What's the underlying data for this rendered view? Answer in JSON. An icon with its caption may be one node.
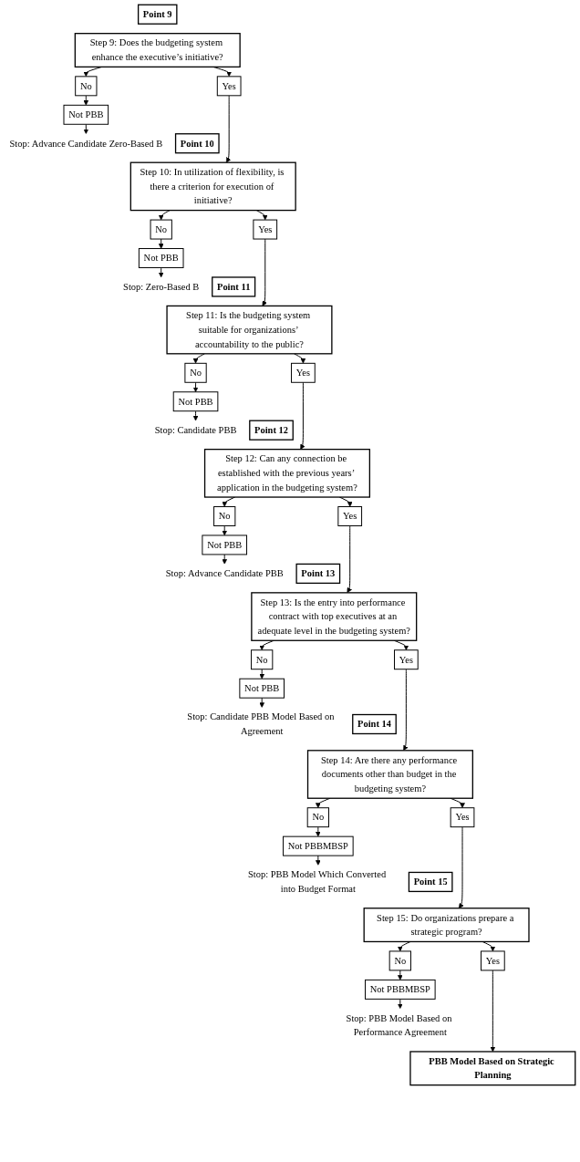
{
  "diagram": {
    "nodes": [
      {
        "text": [
          "Point 9"
        ]
      },
      {
        "text": [
          "Step 9: Does the budgeting system enhance the executive’s initiative?"
        ]
      },
      {
        "text": [
          "Yes"
        ]
      },
      {
        "text": [
          "No"
        ]
      },
      {
        "text": [
          "Not PBB"
        ]
      },
      {
        "text": [
          "Stop: Advance Candidate Zero-Based B"
        ]
      },
      {
        "text": [
          "Point 10"
        ]
      },
      {
        "text": [
          "Step 10: In utilization of flexibility, is there a criterion for execution of initiative?"
        ]
      },
      {
        "text": [
          "Yes"
        ]
      },
      {
        "text": [
          "No"
        ]
      },
      {
        "text": [
          "Not PBB"
        ]
      },
      {
        "text": [
          "Stop: Zero-Based B"
        ]
      },
      {
        "text": [
          "Point 11"
        ]
      },
      {
        "text": [
          "Step 11: Is the budgeting system suitable for organizations’ accountability to the public?"
        ]
      },
      {
        "text": [
          "Yes"
        ]
      },
      {
        "text": [
          "No"
        ]
      },
      {
        "text": [
          "Not PBB"
        ]
      },
      {
        "text": [
          "Stop: Candidate PBB"
        ]
      },
      {
        "text": [
          "Point 12"
        ]
      },
      {
        "text": [
          "Step 12: Can any connection be established with the previous years’ application in the budgeting system?"
        ]
      },
      {
        "text": [
          "Yes"
        ]
      },
      {
        "text": [
          "No"
        ]
      },
      {
        "text": [
          "Not PBB"
        ]
      },
      {
        "text": [
          "Stop: Advance Candidate PBB"
        ]
      },
      {
        "text": [
          "Point 13"
        ]
      },
      {
        "text": [
          "Step 13: Is the entry into performance contract with top executives at an adequate level in the budgeting system?"
        ]
      },
      {
        "text": [
          "Yes"
        ]
      },
      {
        "text": [
          "No"
        ]
      },
      {
        "text": [
          "Not PBB"
        ]
      },
      {
        "text": [
          "Stop: Candidate PBB Model Based on Agreement"
        ]
      },
      {
        "text": [
          "Point 14"
        ]
      },
      {
        "text": [
          "Step 14: Are there any performance documents other than budget in the budgeting system?"
        ]
      },
      {
        "text": [
          "Yes"
        ]
      },
      {
        "text": [
          "No"
        ]
      },
      {
        "text": [
          "Not PBBMBSP"
        ]
      },
      {
        "text": [
          "Stop: PBB Model Which Converted into Budget Format"
        ]
      },
      {
        "text": [
          "Point 15"
        ]
      },
      {
        "text": [
          "Step 15: Do organizations prepare a strategic program?"
        ]
      },
      {
        "text": [
          "Yes"
        ]
      },
      {
        "text": [
          "No"
        ]
      },
      {
        "text": [
          "Not PBBMBSP"
        ]
      },
      {
        "text": [
          "Stop: PBB Model Based on Performance Agreement"
        ]
      },
      {
        "text": [
          "PBB Model Based on Strategic Planning"
        ]
      }
    ],
    "edges": [
      {
        "from": 1,
        "to": 2,
        "arrow": "to"
      },
      {
        "from": 1,
        "to": 3,
        "arrow": "to"
      },
      {
        "from": 3,
        "to": 4,
        "arrow": "to"
      },
      {
        "from": 4,
        "to": 5,
        "arrow": "to"
      },
      {
        "from": 2,
        "to": 7,
        "arrow": "to"
      },
      {
        "from": 7,
        "to": 8,
        "arrow": "to"
      },
      {
        "from": 7,
        "to": 9,
        "arrow": "to"
      },
      {
        "from": 9,
        "to": 10,
        "arrow": "to"
      },
      {
        "from": 10,
        "to": 11,
        "arrow": "to"
      },
      {
        "from": 8,
        "to": 13,
        "arrow": "to"
      },
      {
        "from": 13,
        "to": 14,
        "arrow": "to"
      },
      {
        "from": 13,
        "to": 15,
        "arrow": "to"
      },
      {
        "from": 15,
        "to": 16,
        "arrow": "to"
      },
      {
        "from": 16,
        "to": 17,
        "arrow": "to"
      },
      {
        "from": 14,
        "to": 19,
        "arrow": "to"
      },
      {
        "from": 19,
        "to": 20,
        "arrow": "to"
      },
      {
        "from": 19,
        "to": 21,
        "arrow": "to"
      },
      {
        "from": 21,
        "to": 22,
        "arrow": "to"
      },
      {
        "from": 22,
        "to": 23,
        "arrow": "to"
      },
      {
        "from": 20,
        "to": 25,
        "arrow": "to"
      },
      {
        "from": 25,
        "to": 26,
        "arrow": "to"
      },
      {
        "from": 25,
        "to": 27,
        "arrow": "to"
      },
      {
        "from": 27,
        "to": 28,
        "arrow": "to"
      },
      {
        "from": 28,
        "to": 29,
        "arrow": "to"
      },
      {
        "from": 26,
        "to": 31,
        "arrow": "to"
      },
      {
        "from": 31,
        "to": 32,
        "arrow": "to"
      },
      {
        "from": 31,
        "to": 33,
        "arrow": "to"
      },
      {
        "from": 33,
        "to": 34,
        "arrow": "to"
      },
      {
        "from": 34,
        "to": 35,
        "arrow": "to"
      },
      {
        "from": 32,
        "to": 37,
        "arrow": "to"
      },
      {
        "from": 37,
        "to": 38,
        "arrow": "to"
      },
      {
        "from": 37,
        "to": 39,
        "arrow": "to"
      },
      {
        "from": 39,
        "to": 40,
        "arrow": "to"
      },
      {
        "from": 40,
        "to": 41,
        "arrow": "to"
      },
      {
        "from": 38,
        "to": 42,
        "arrow": "to"
      }
    ]
  }
}
